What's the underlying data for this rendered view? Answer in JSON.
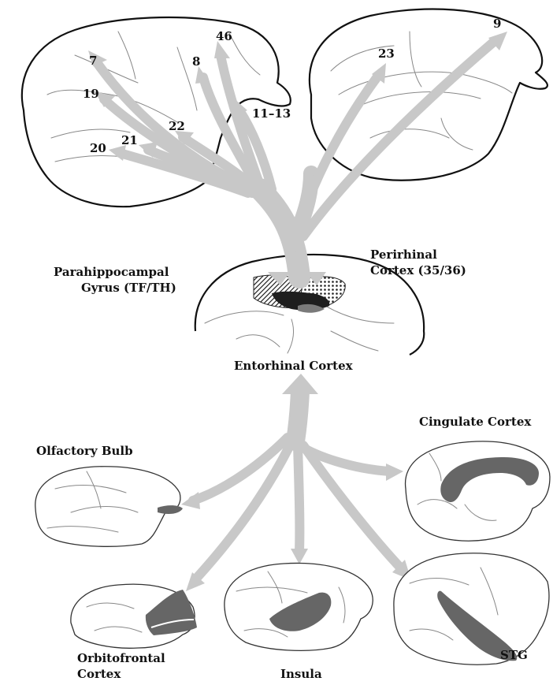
{
  "colors": {
    "arrow": "#c8c8c8",
    "outline": "#111111",
    "sulcus": "#888888",
    "region": "#666666"
  },
  "areas": {
    "a7": "7",
    "a8": "8",
    "a46": "46",
    "a9": "9",
    "a19": "19",
    "a20": "20",
    "a21": "21",
    "a22": "22",
    "a23": "23",
    "a11_13": "11–13"
  },
  "labels": {
    "parahippocampal_line1": "Parahippocampal",
    "parahippocampal_line2": "Gyrus (TF/TH)",
    "perirhinal_line1": "Perirhinal",
    "perirhinal_line2": "Cortex (35/36)",
    "entorhinal": "Entorhinal Cortex",
    "olfactory": "Olfactory Bulb",
    "cingulate": "Cingulate Cortex",
    "orbitofrontal_line1": "Orbitofrontal",
    "orbitofrontal_line2": "Cortex",
    "insula": "Insula",
    "stg": "STG"
  },
  "icons": [
    "lateral-brain-icon",
    "medial-brain-icon",
    "ventral-brain-icon",
    "pathway-arrow-icon"
  ]
}
